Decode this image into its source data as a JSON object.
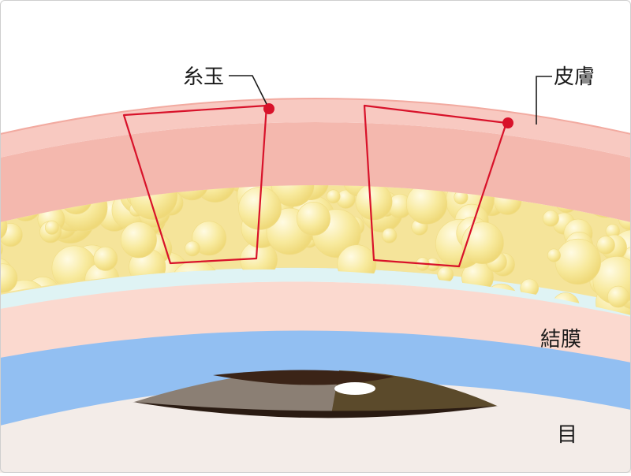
{
  "labels": {
    "thread": "糸玉",
    "skin": "皮膚",
    "conjunctiva": "結膜",
    "eye": "目"
  },
  "colors": {
    "skin_outer": "#f7c4bd",
    "skin_inner": "#f4b8ae",
    "fat": "#f5e49a",
    "fat_bubble": "#fff6c8",
    "membrane": "#dff3f4",
    "tissue": "#fbd9cf",
    "conjunctiva": "#92bff2",
    "sclera": "#f3ece8",
    "iris": "#8b7f74",
    "iris_dark": "#5b4a2b",
    "pupil": "#3b2417",
    "suture": "#d8122a",
    "leader": "#1a1a1a"
  }
}
